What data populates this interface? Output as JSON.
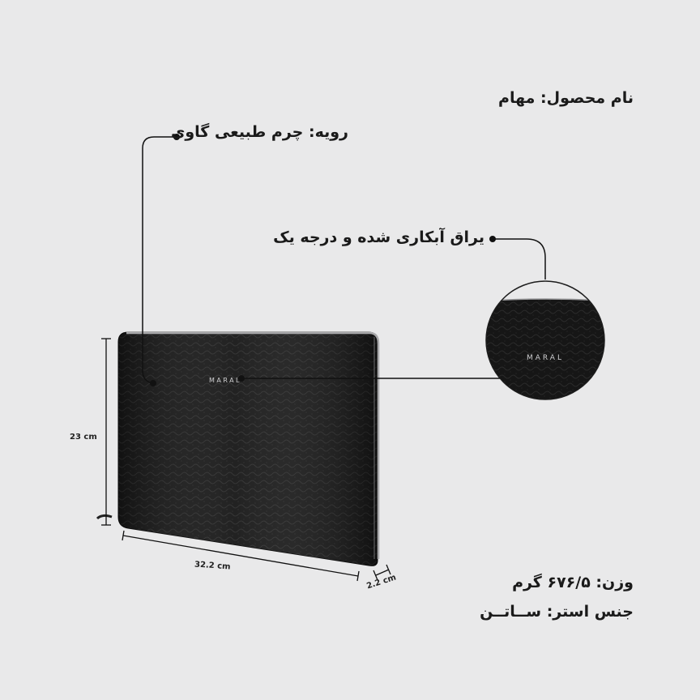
{
  "labels": {
    "product_name": "نام محصول: مهام",
    "surface": "رویه: چرم طبیعی گاوی",
    "hardware": "یراق آبکاری شده و درجه یک",
    "weight": "وزن: ۶۷۶/۵ گرم",
    "lining": "جنس استر: ســاتــن"
  },
  "dimensions": {
    "height": "23 cm",
    "width": "32.2 cm",
    "depth": "2.2 cm"
  },
  "brand": {
    "logo_text": "MARAL"
  },
  "colors": {
    "background": "#e9e9ea",
    "product": "#151515",
    "zipper": "#a8a8aa",
    "text": "#1a1a1a"
  }
}
